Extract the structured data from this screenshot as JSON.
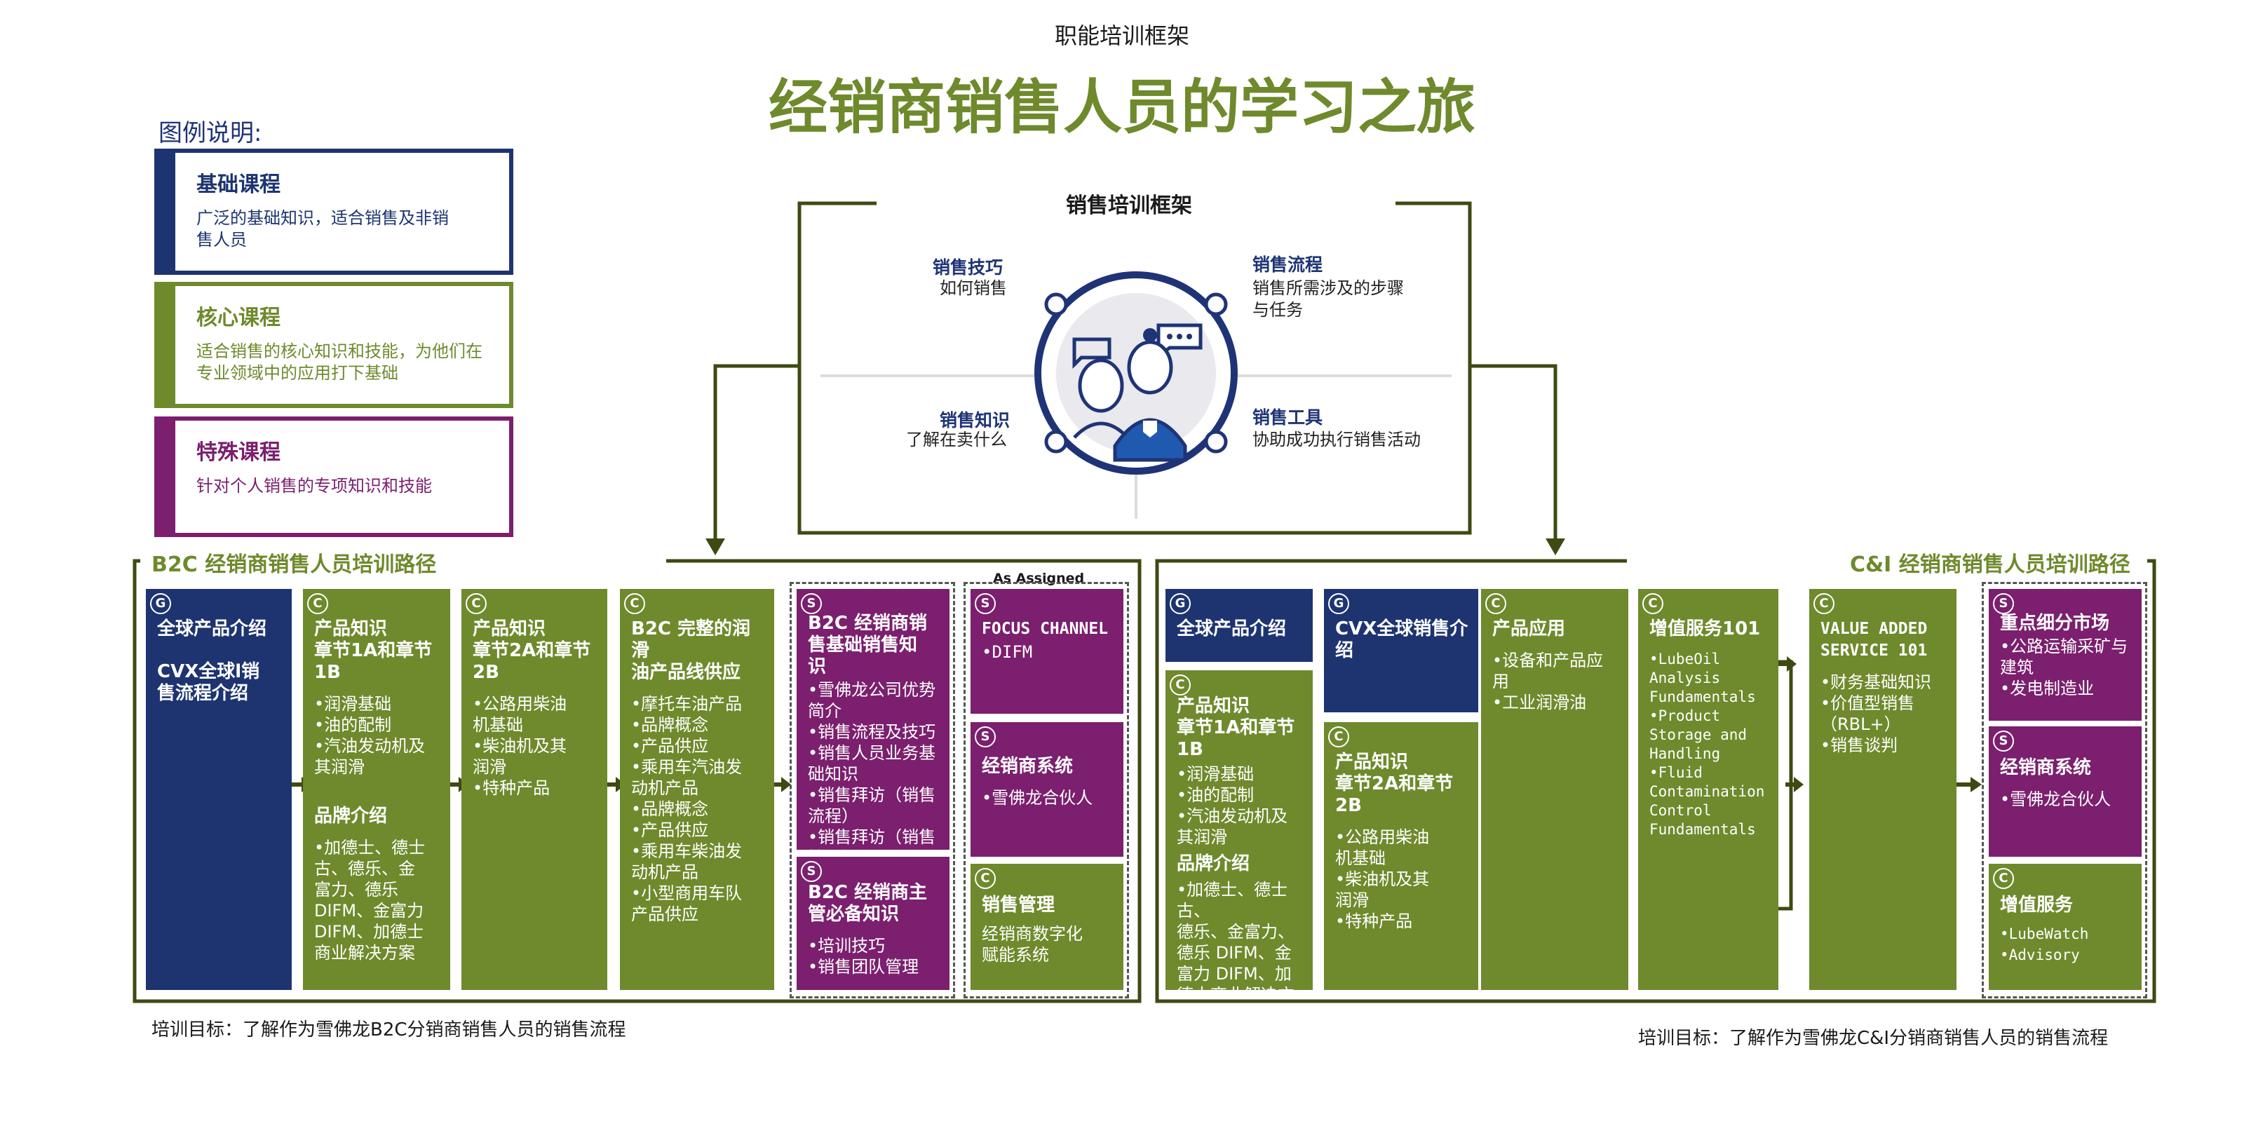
{
  "header": {
    "subtitle": "职能培训框架",
    "title": "经销商销售人员的学习之旅"
  },
  "legend": {
    "heading": "图例说明:",
    "items": [
      {
        "title": "基础课程",
        "desc": "广泛的基础知识，适合销售及非销\n售人员",
        "color": "#1d3470"
      },
      {
        "title": "核心课程",
        "desc": "适合销售的核心知识和技能，为他们在\n专业领域中的应用打下基础",
        "color": "#6e8a2c"
      },
      {
        "title": "特殊课程",
        "desc": "针对个人销售的专项知识和技能",
        "color": "#7b1f6e"
      }
    ]
  },
  "framework": {
    "title": "销售培训框架",
    "quadrants": [
      {
        "title": "销售技巧",
        "text": "如何销售"
      },
      {
        "title": "销售流程",
        "text": "销售所需涉及的步骤\n与任务"
      },
      {
        "title": "销售知识",
        "text": "了解在卖什么"
      },
      {
        "title": "销售工具",
        "text": "协助成功执行销售活动"
      }
    ]
  },
  "badges": {
    "g": "G",
    "c": "C",
    "s": "S"
  },
  "b2c": {
    "label": "B2C 经销商销售人员培训路径",
    "goal": "培训目标：了解作为雪佛龙B2C分销商销售人员的销售流程",
    "assigned_label": "As Assigned",
    "col1": {
      "title": "全球产品介绍",
      "title2": "CVX全球l销\n售流程介绍"
    },
    "col2": {
      "title": "产品知识\n章节1A和章节1B",
      "body": "•润滑基础\n•油的配制\n•汽油发动机及\n  其润滑",
      "title2": "品牌介绍",
      "body2": "•加德士、德士\n  古、德乐、金\n  富力、德乐\n  DIFM、金富力\n  DIFM、加德士\n  商业解决方案"
    },
    "col3": {
      "title": "产品知识\n章节2A和章节\n2B",
      "body": "•公路用柴油\n  机基础\n•柴油机及其\n  润滑\n•特种产品"
    },
    "col4": {
      "title": "B2C 完整的润滑\n油产品线供应",
      "body": "•摩托车油产品\n  •品牌概念\n  •产品供应\n•乘用车汽油发\n  动机产品\n  •品牌概念\n  •产品供应\n•乘用车柴油发\n  动机产品\n•小型商用车队\n  产品供应"
    },
    "col5a": {
      "title": "B2C 经销商销\n售基础销售知\n识",
      "body": "•雪佛龙公司优势\n  简介\n•销售流程及技巧\n•销售人员业务基\n  础知识\n•销售拜访（销售\n  流程）\n•销售拜访（销售\n  技巧）"
    },
    "col5b": {
      "title": "B2C 经销商主\n管必备知识",
      "body": "•培训技巧\n•销售团队管理"
    },
    "col6a": {
      "title": "FOCUS CHANNEL",
      "body": "•DIFM"
    },
    "col6b": {
      "title": "经销商系统",
      "body": "•雪佛龙合伙人"
    },
    "col6c": {
      "title": "销售管理",
      "body": "经销商数字化\n赋能系统"
    }
  },
  "ci": {
    "label": "C&I 经销商销售人员培训路径",
    "goal": "培训目标：了解作为雪佛龙C&I分销商销售人员的销售流程",
    "col1a": {
      "title": "全球产品介绍"
    },
    "col1b": {
      "title": "产品知识\n章节1A和章节1B",
      "body": "•润滑基础\n•油的配制\n•汽油发动机及\n  其润滑",
      "title2": "品牌介绍",
      "body2": "•加德士、德士古、\n  德乐、金富力、\n  德乐 DIFM、金\n  富力 DIFM、加\n  德士商业解决方\n  案"
    },
    "col2a": {
      "title": "CVX全球销售介\n绍"
    },
    "col2b": {
      "title": "产品知识\n章节2A和章节2B",
      "body": "•公路用柴油\n  机基础\n•柴油机及其\n  润滑\n•特种产品"
    },
    "col3": {
      "title": "产品应用",
      "body": "•设备和产品应\n  用\n•工业润滑油"
    },
    "col4": {
      "title": "增值服务101",
      "body": "•LubeOil\n  Analysis\n  Fundamentals\n•Product\n  Storage and\n  Handling\n•Fluid\n  Contamination\n  Control\n  Fundamentals"
    },
    "col5": {
      "title": "VALUE ADDED\nSERVICE 101",
      "body": "•财务基础知识\n•价值型销售\n  （RBL+）\n•销售谈判"
    },
    "col6a": {
      "title": "重点细分市场",
      "body": "•公路运输采矿与\n  建筑\n•发电制造业"
    },
    "col6b": {
      "title": "经销商系统",
      "body": "•雪佛龙合伙人"
    },
    "col6c": {
      "title": "增值服务",
      "body": "•LubeWatch\n•Advisory"
    }
  }
}
